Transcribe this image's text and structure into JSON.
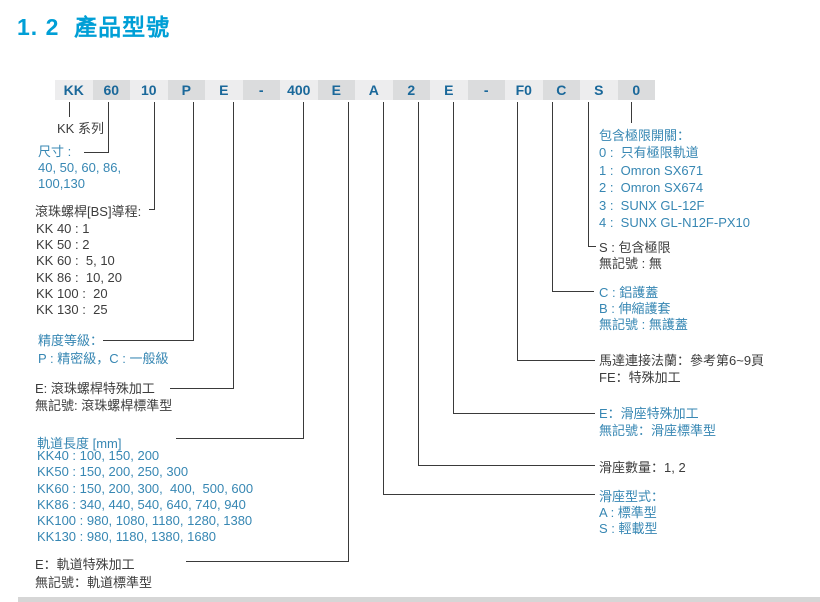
{
  "page": {
    "section_number": "1. 2",
    "title": "產品型號"
  },
  "model_code": {
    "segments": [
      "KK",
      "60",
      "10",
      "P",
      "E",
      "-",
      "400",
      "E",
      "A",
      "2",
      "E",
      "-",
      "F0",
      "C",
      "S",
      "0"
    ]
  },
  "left": {
    "series_label": "KK 系列",
    "size": {
      "title": "尺寸 :",
      "lines": [
        "40, 50, 60, 86,",
        "100,130"
      ]
    },
    "lead": {
      "title": "滾珠螺桿[BS]導程:",
      "lines": [
        "KK 40 : 1",
        "KK 50 : 2",
        "KK 60 :  5, 10",
        "KK 86 :  10, 20",
        "KK 100 :  20",
        "KK 130 :  25"
      ]
    },
    "accuracy": {
      "title": "精度等級：",
      "lines": [
        "P : 精密級，C : 一般級"
      ]
    },
    "ballscrew_special": {
      "lines": [
        "E: 滾珠螺桿特殊加工",
        "無記號: 滾珠螺桿標準型"
      ]
    },
    "rail_length": {
      "title": "軌道長度 [mm]",
      "lines": [
        "KK40 : 100, 150, 200",
        "KK50 : 150, 200, 250, 300",
        "KK60 : 150, 200, 300,  400,  500, 600",
        "KK86 : 340, 440, 540, 640, 740, 940",
        "KK100 : 980, 1080, 1180, 1280, 1380",
        "KK130 : 980, 1180, 1380, 1680"
      ]
    },
    "rail_special": {
      "lines": [
        "E：軌道特殊加工",
        "無記號：軌道標準型"
      ]
    }
  },
  "right": {
    "limit_switch": {
      "title": "包含極限開關：",
      "lines": [
        "0 :  只有極限軌道",
        "1 :  Omron SX671",
        "2 :  Omron SX674",
        "3 :  SUNX GL-12F",
        "4 :  SUNX GL-N12F-PX10"
      ]
    },
    "limit": {
      "lines": [
        "S : 包含極限",
        "無記號 : 無"
      ]
    },
    "cover": {
      "lines": [
        "C : 鋁護蓋",
        "B : 伸縮護套",
        "無記號 : 無護蓋"
      ]
    },
    "motor_flange": {
      "lines": [
        "馬達連接法蘭：參考第6~9頁",
        "FE：特殊加工"
      ]
    },
    "block_special": {
      "lines": [
        "E：滑座特殊加工",
        "無記號：滑座標準型"
      ]
    },
    "block_count": {
      "lines": [
        "滑座數量：1, 2"
      ]
    },
    "block_type": {
      "title": "滑座型式：",
      "lines": [
        "A : 標準型",
        "S : 輕載型"
      ]
    }
  },
  "colors": {
    "title_blue": "#009fd6",
    "code_text_blue": "#1a689a",
    "legend_blue": "#3787b3",
    "legend_dark": "#3d3d3d",
    "box_light": "#ededee",
    "box_dark": "#dbdcdd",
    "line": "#3a3a3a"
  }
}
